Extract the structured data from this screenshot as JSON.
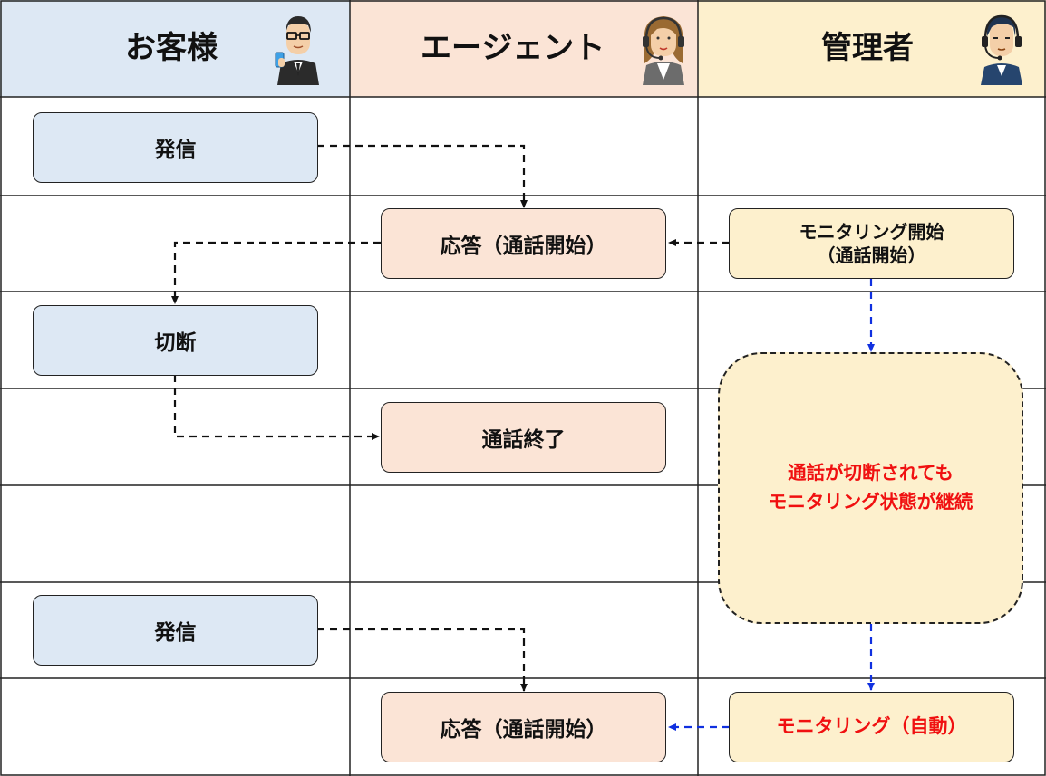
{
  "columns": {
    "customer": "お客様",
    "agent": "エージェント",
    "admin": "管理者"
  },
  "steps": {
    "customer_call_1": "発信",
    "agent_answer_1": "応答（通話開始）",
    "admin_monitor_start_line1": "モニタリング開始",
    "admin_monitor_start_line2": "（通話開始）",
    "customer_hangup": "切断",
    "agent_call_end": "通話終了",
    "customer_call_2": "発信",
    "agent_answer_2": "応答（通話開始）",
    "admin_monitor_auto": "モニタリング（自動）"
  },
  "note": {
    "line1": "通話が切断されても",
    "line2": "モニタリング状態が継続"
  },
  "colors": {
    "customer_fill": "#dde8f4",
    "agent_fill": "#fbe4d6",
    "admin_fill": "#fdf0cd",
    "grid": "#222222",
    "arrow_black": "#111111",
    "arrow_blue": "#1030e0",
    "highlight_text": "#f01010"
  },
  "icons": {
    "customer": "businessman-with-phone-icon",
    "agent": "female-operator-headset-icon",
    "admin": "male-operator-headset-icon"
  }
}
